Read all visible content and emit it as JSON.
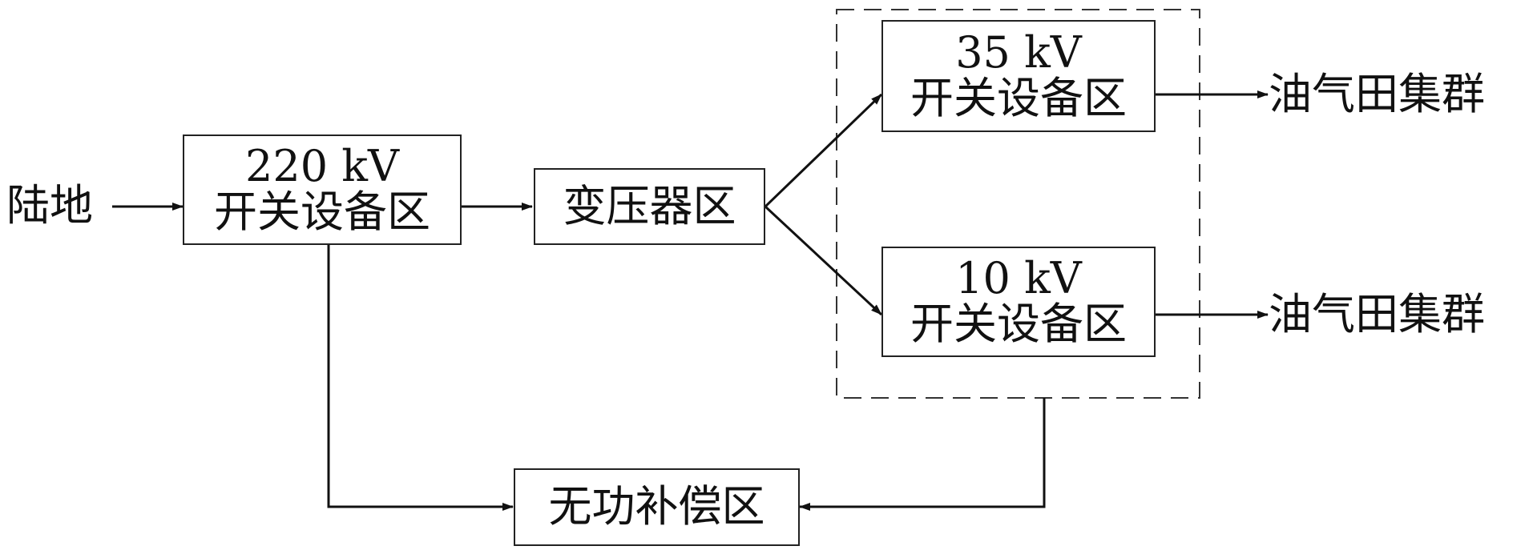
{
  "nodes": {
    "land": "陆地",
    "hv220_line1": "220 kV",
    "hv220_line2": "开关设备区",
    "transformer": "变压器区",
    "kv35_line1": "35 kV",
    "kv35_line2": "开关设备区",
    "kv10_line1": "10 kV",
    "kv10_line2": "开关设备区",
    "reactive": "无功补偿区",
    "oilfield_1": "油气田集群",
    "oilfield_2": "油气田集群"
  }
}
